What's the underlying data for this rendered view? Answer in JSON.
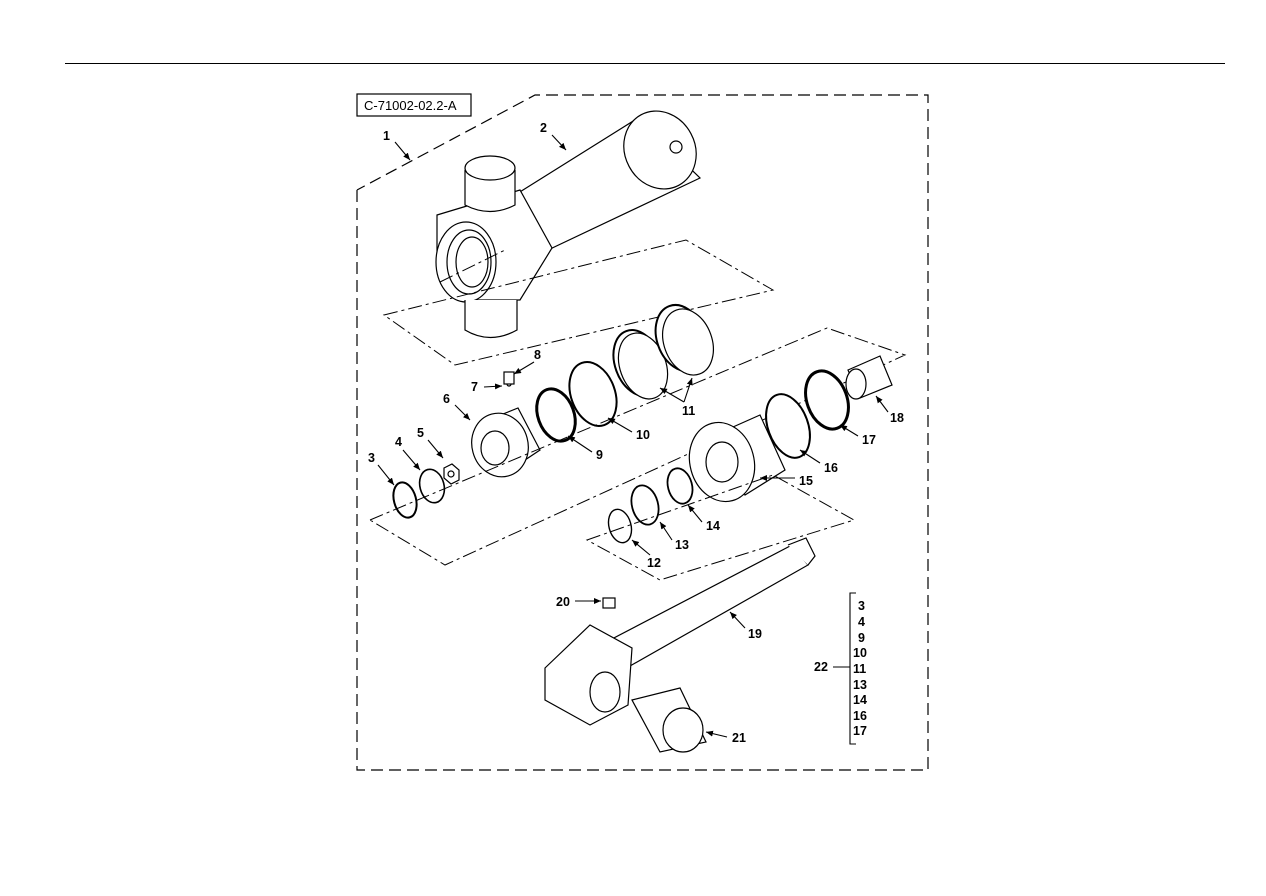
{
  "figure_id": "C-71002-02.2-A",
  "callouts": [
    "1",
    "2",
    "3",
    "4",
    "5",
    "6",
    "7",
    "8",
    "9",
    "10",
    "11",
    "12",
    "13",
    "14",
    "15",
    "16",
    "17",
    "18",
    "19",
    "20",
    "21"
  ],
  "kit": {
    "label": "22",
    "items": [
      "3",
      "4",
      "9",
      "10",
      "11",
      "13",
      "14",
      "16",
      "17"
    ]
  }
}
